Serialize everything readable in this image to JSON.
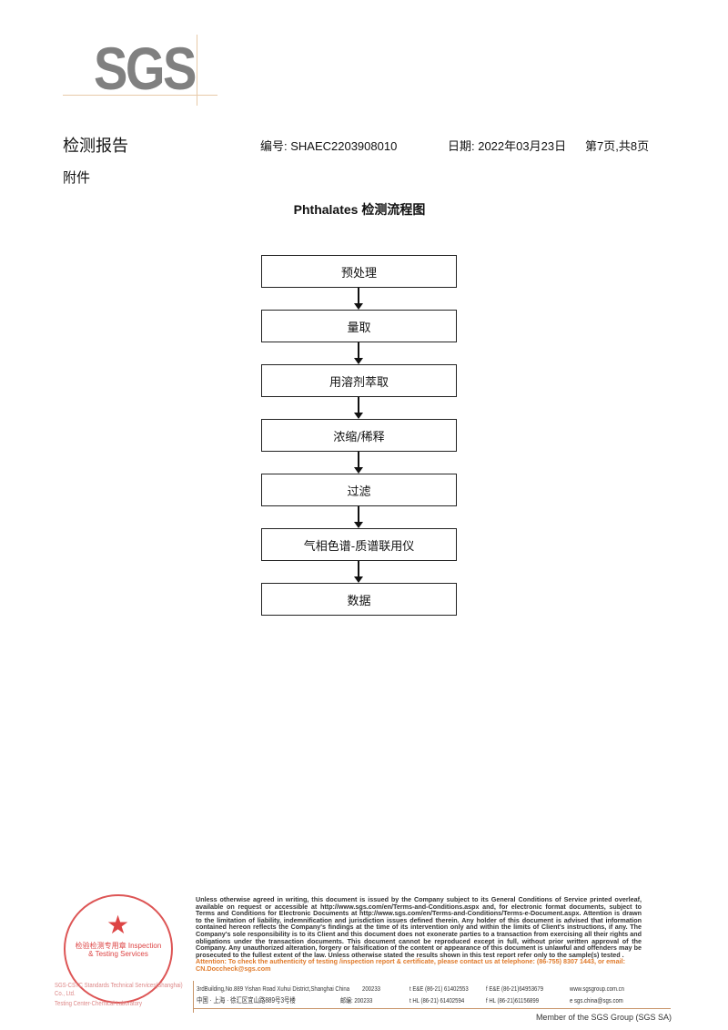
{
  "logo": "SGS",
  "header": {
    "title": "检测报告",
    "report_no": "编号: SHAEC2203908010",
    "date": "日期: 2022年03月23日",
    "page": "第7页,共8页"
  },
  "attachment": "附件",
  "flow_title": "Phthalates 检测流程图",
  "steps": [
    "预处理",
    "量取",
    "用溶剂萃取",
    "浓缩/稀释",
    "过滤",
    "气相色谱-质谱联用仪",
    "数据"
  ],
  "footer": {
    "disclaimer": "Unless otherwise agreed in writing, this document is issued by the Company subject to its General Conditions of Service printed overleaf, available on request or accessible at http://www.sgs.com/en/Terms-and-Conditions.aspx and, for electronic format documents, subject to Terms and Conditions for Electronic Documents at http://www.sgs.com/en/Terms-and-Conditions/Terms-e-Document.aspx. Attention is drawn to the limitation of liability, indemnification and jurisdiction issues defined therein. Any holder of this document is advised that information contained hereon reflects the Company's findings at the time of its intervention only and within the limits of Client's instructions, if any. The Company's sole responsibility is to its Client and this document does not exonerate parties to a transaction from exercising all their rights and obligations under the transaction documents. This document cannot be reproduced except in full, without prior written approval of the Company. Any unauthorized alteration, forgery or falsification of the content or appearance of this document is unlawful and offenders may be prosecuted to the fullest extent of the law. Unless otherwise stated the results shown in this test report refer only to the sample(s) tested .",
    "attention": "Attention: To check the authenticity of testing /inspection report & certificate, please contact us at telephone: (86-755) 8307 1443, or email: CN.Doccheck@sgs.com",
    "company_en": "SGS-CSTC Standards Technical Services(Shanghai) Co., Ltd.",
    "lab": "Testing Center-Chemical Laboratory",
    "addr_en": "3rdBuilding,No.889 Yishan Road Xuhui District,Shanghai China",
    "zip_en": "200233",
    "addr_cn": "中国 · 上海 · 徐汇区宜山路889号3号楼",
    "zip_cn": "邮编: 200233",
    "tel1": "t E&E (86-21) 61402553",
    "fax1": "f E&E (86-21)64953679",
    "web": "www.sgsgroup.com.cn",
    "tel2": "t HL (86-21) 61402594",
    "fax2": "f HL (86-21)61156899",
    "email": "e sgs.china@sgs.com",
    "member": "Member of the SGS Group (SGS SA)",
    "stamp_text": "检验检测专用章 Inspection & Testing Services"
  },
  "colors": {
    "accent": "#e8c9a8",
    "stamp": "#d44444",
    "attention": "#e07a2a",
    "logo": "#808080"
  }
}
